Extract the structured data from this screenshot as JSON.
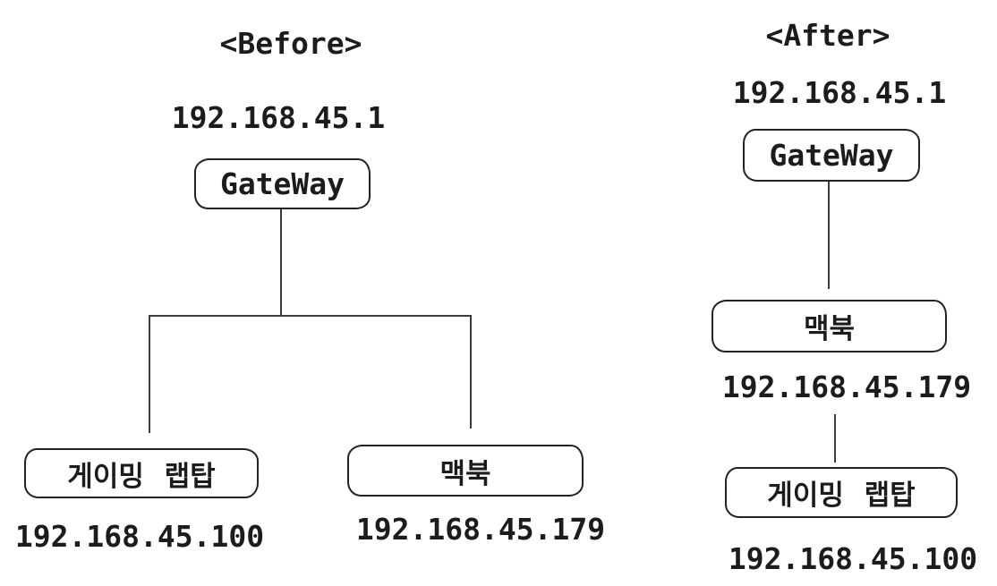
{
  "diagram": {
    "background": "#ffffff",
    "ink_color": "#1c1c1c",
    "line_color": "#3c3c3c",
    "description": "Network topology before and after (gateway, macbook, gaming laptop)"
  },
  "before": {
    "title": "<Before>",
    "gateway": {
      "ip": "192.168.45.1",
      "label": "GateWay"
    },
    "gaming_laptop": {
      "label": "게이밍 랩탑",
      "ip": "192.168.45.100"
    },
    "macbook": {
      "label": "맥북",
      "ip": "192.168.45.179"
    }
  },
  "after": {
    "title": "<After>",
    "gateway": {
      "ip": "192.168.45.1",
      "label": "GateWay"
    },
    "macbook": {
      "label": "맥북",
      "ip": "192.168.45.179"
    },
    "gaming_laptop": {
      "label": "게이밍 랩탑",
      "ip": "192.168.45.100"
    }
  }
}
